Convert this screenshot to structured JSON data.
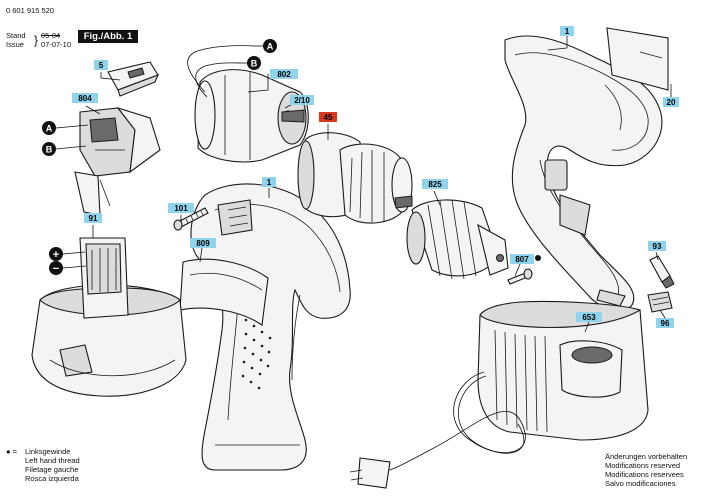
{
  "header": {
    "doc_number": "0 601 915 520",
    "stand_label": "Stand",
    "stand_value": "05-04",
    "issue_label": "Issue",
    "issue_value": "07-07-10",
    "figure_label": "Fig./Abb. 1"
  },
  "callouts": {
    "c1_housing_right": "1",
    "c20": "20",
    "c5": "5",
    "c804": "804",
    "c802": "802",
    "c2_10": "2/10",
    "c45": "45",
    "c101": "101",
    "c1_housing_left": "1",
    "c825": "825",
    "c91": "91",
    "c809": "809",
    "c807": "807",
    "c93": "93",
    "c96": "96",
    "c653": "653",
    "a_top": "A",
    "b_top": "B",
    "a_left": "A",
    "b_left": "B",
    "plus": "+",
    "minus": "−"
  },
  "colors": {
    "callout_bg": "#8fd3ec",
    "callout_highlight": "#d9381e",
    "fig_label_bg": "#111111"
  },
  "legend": {
    "symbol": "● =",
    "lines": [
      "Linksgewinde",
      "Left hand thread",
      "Filetage gauche",
      "Rosca izquierda"
    ]
  },
  "notice": {
    "lines": [
      "Änderungen vorbehalten",
      "Modifications reserved",
      "Modifications reservees",
      "Salvo modificaciones"
    ]
  }
}
